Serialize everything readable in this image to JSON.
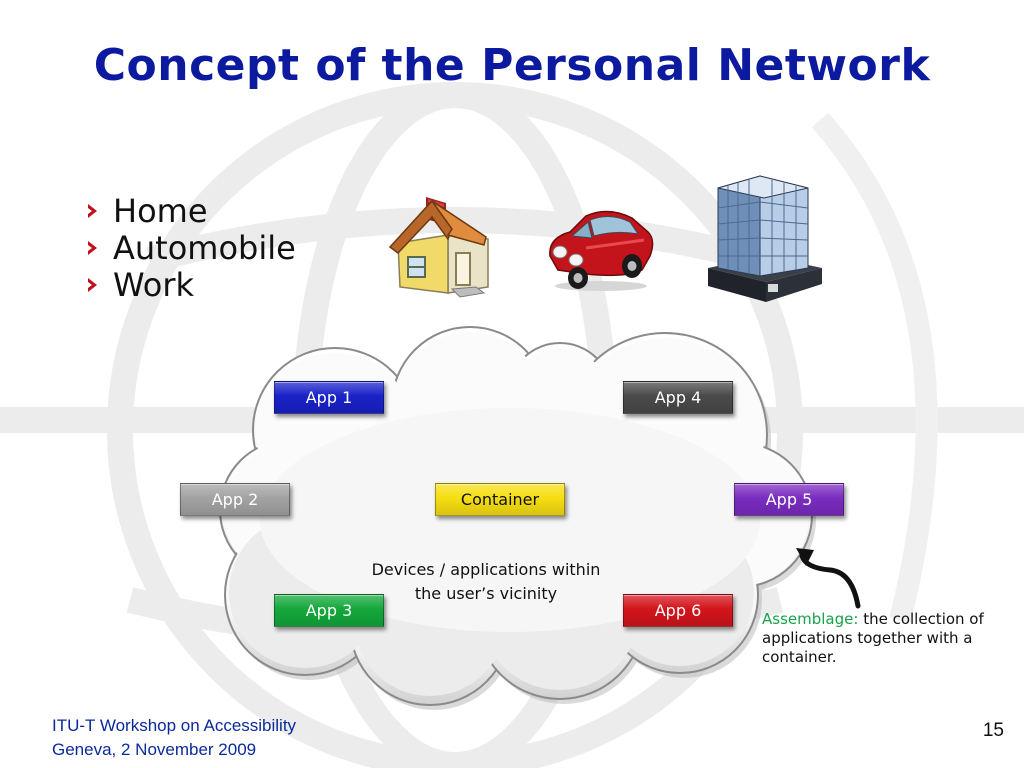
{
  "slide": {
    "title": "Concept of the Personal Network",
    "bullets": [
      "Home",
      "Automobile",
      "Work"
    ],
    "page_number": "15"
  },
  "diagram": {
    "apps": {
      "app1": {
        "label": "App 1",
        "color": "#1a22c9",
        "text_color": "#ffffff"
      },
      "app2": {
        "label": "App 2",
        "color": "#a3a3a3",
        "text_color": "#ffffff"
      },
      "app3": {
        "label": "App 3",
        "color": "#14a83b",
        "text_color": "#ffffff"
      },
      "app4": {
        "label": "App 4",
        "color": "#4a4a4a",
        "text_color": "#ffffff"
      },
      "app5": {
        "label": "App 5",
        "color": "#7a2cc0",
        "text_color": "#ffffff"
      },
      "app6": {
        "label": "App 6",
        "color": "#d3141c",
        "text_color": "#ffffff"
      },
      "container": {
        "label": "Container",
        "color": "#f6de12",
        "text_color": "#111111"
      }
    },
    "cloud_caption_line1": "Devices / applications within",
    "cloud_caption_line2": "the user’s vicinity",
    "assemblage_term": "Assemblage:",
    "assemblage_text": " the collection of applications together with a container."
  },
  "icons": {
    "home": "house-icon",
    "automobile": "car-icon",
    "work": "office-building-icon"
  },
  "footer": {
    "line1": "ITU-T Workshop on Accessibility",
    "line2": "Geneva, 2 November 2009"
  },
  "colors": {
    "title": "#0b1a9e",
    "bullet_marker": "#c0121e",
    "footer": "#0a2a9c",
    "assemblage_term": "#16a34a"
  }
}
